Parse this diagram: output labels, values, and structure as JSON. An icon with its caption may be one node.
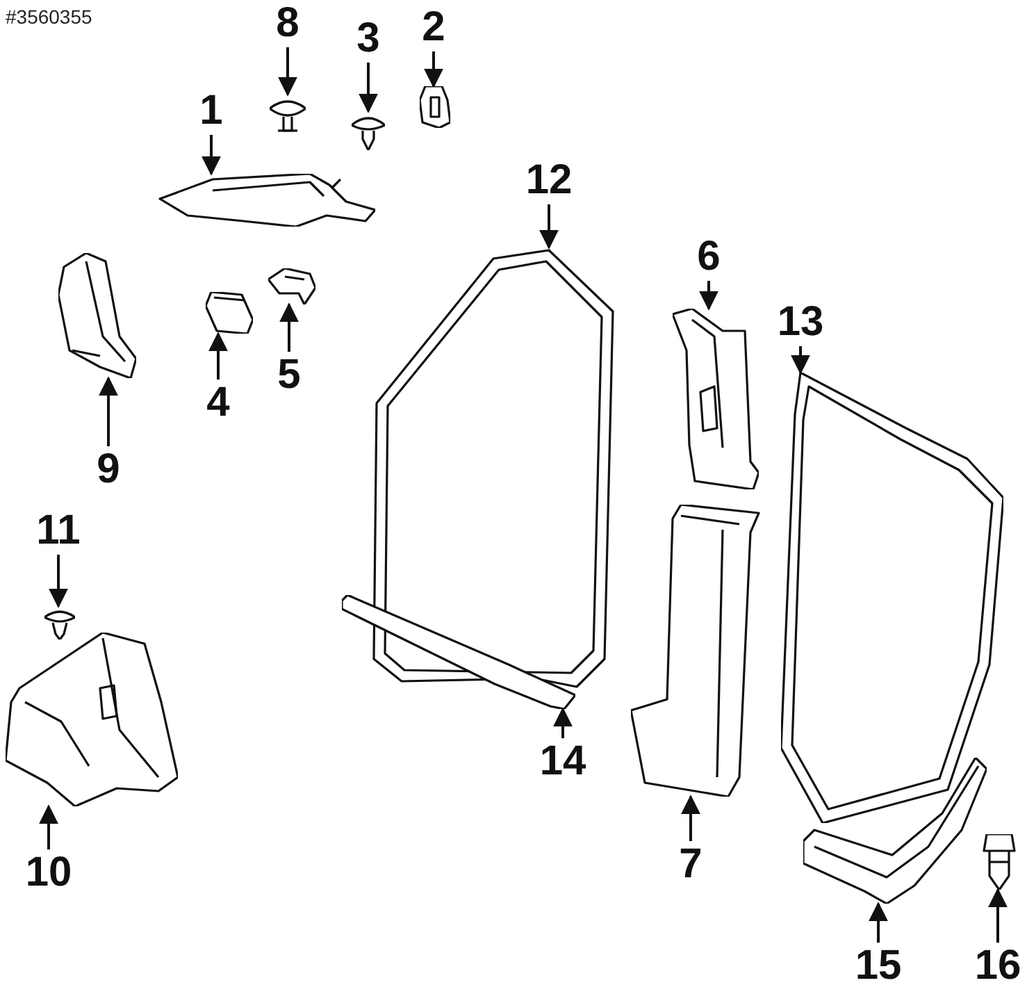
{
  "diagram": {
    "nodes": [
      {
        "text": [
          "1"
        ]
      },
      {
        "text": [],
        "shape": "picture"
      },
      {
        "text": [
          "2"
        ]
      },
      {
        "text": [],
        "shape": "picture"
      },
      {
        "text": [
          "3"
        ]
      },
      {
        "text": [],
        "shape": "picture"
      },
      {
        "text": [
          "4"
        ]
      },
      {
        "text": [],
        "shape": "picture"
      },
      {
        "text": [
          "5"
        ]
      },
      {
        "text": [],
        "shape": "picture"
      },
      {
        "text": [
          "6"
        ]
      },
      {
        "text": [],
        "shape": "picture"
      },
      {
        "text": [
          "7"
        ]
      },
      {
        "text": [],
        "shape": "picture"
      },
      {
        "text": [
          "8"
        ]
      },
      {
        "text": [],
        "shape": "picture"
      },
      {
        "text": [
          "9"
        ]
      },
      {
        "text": [],
        "shape": "picture"
      },
      {
        "text": [
          "10"
        ]
      },
      {
        "text": [],
        "shape": "picture"
      },
      {
        "text": [
          "11"
        ]
      },
      {
        "text": [],
        "shape": "picture"
      },
      {
        "text": [
          "12"
        ]
      },
      {
        "text": [],
        "shape": "picture"
      },
      {
        "text": [
          "13"
        ]
      },
      {
        "text": [],
        "shape": "picture"
      },
      {
        "text": [
          "14"
        ]
      },
      {
        "text": [],
        "shape": "picture"
      },
      {
        "text": [
          "15"
        ]
      },
      {
        "text": [],
        "shape": "picture"
      },
      {
        "text": [
          "16"
        ]
      },
      {
        "text": [],
        "shape": "picture"
      }
    ],
    "edges": [
      {
        "from": 0,
        "to": 1,
        "arrow": "to"
      },
      {
        "from": 2,
        "to": 3,
        "arrow": "to"
      },
      {
        "from": 4,
        "to": 5,
        "arrow": "to"
      },
      {
        "from": 6,
        "to": 7,
        "arrow": "to"
      },
      {
        "from": 8,
        "to": 9,
        "arrow": "to"
      },
      {
        "from": 10,
        "to": 11,
        "arrow": "to"
      },
      {
        "from": 12,
        "to": 13,
        "arrow": "to"
      },
      {
        "from": 14,
        "to": 15,
        "arrow": "to"
      },
      {
        "from": 16,
        "to": 17,
        "arrow": "to"
      },
      {
        "from": 18,
        "to": 19,
        "arrow": "to"
      },
      {
        "from": 20,
        "to": 21,
        "arrow": "to"
      },
      {
        "from": 22,
        "to": 23,
        "arrow": "to"
      },
      {
        "from": 24,
        "to": 25,
        "arrow": "to"
      },
      {
        "from": 26,
        "to": 27,
        "arrow": "to"
      },
      {
        "from": 28,
        "to": 29,
        "arrow": "to"
      },
      {
        "from": 30,
        "to": 31,
        "arrow": "to"
      }
    ],
    "labels": [
      "#3560355"
    ]
  }
}
